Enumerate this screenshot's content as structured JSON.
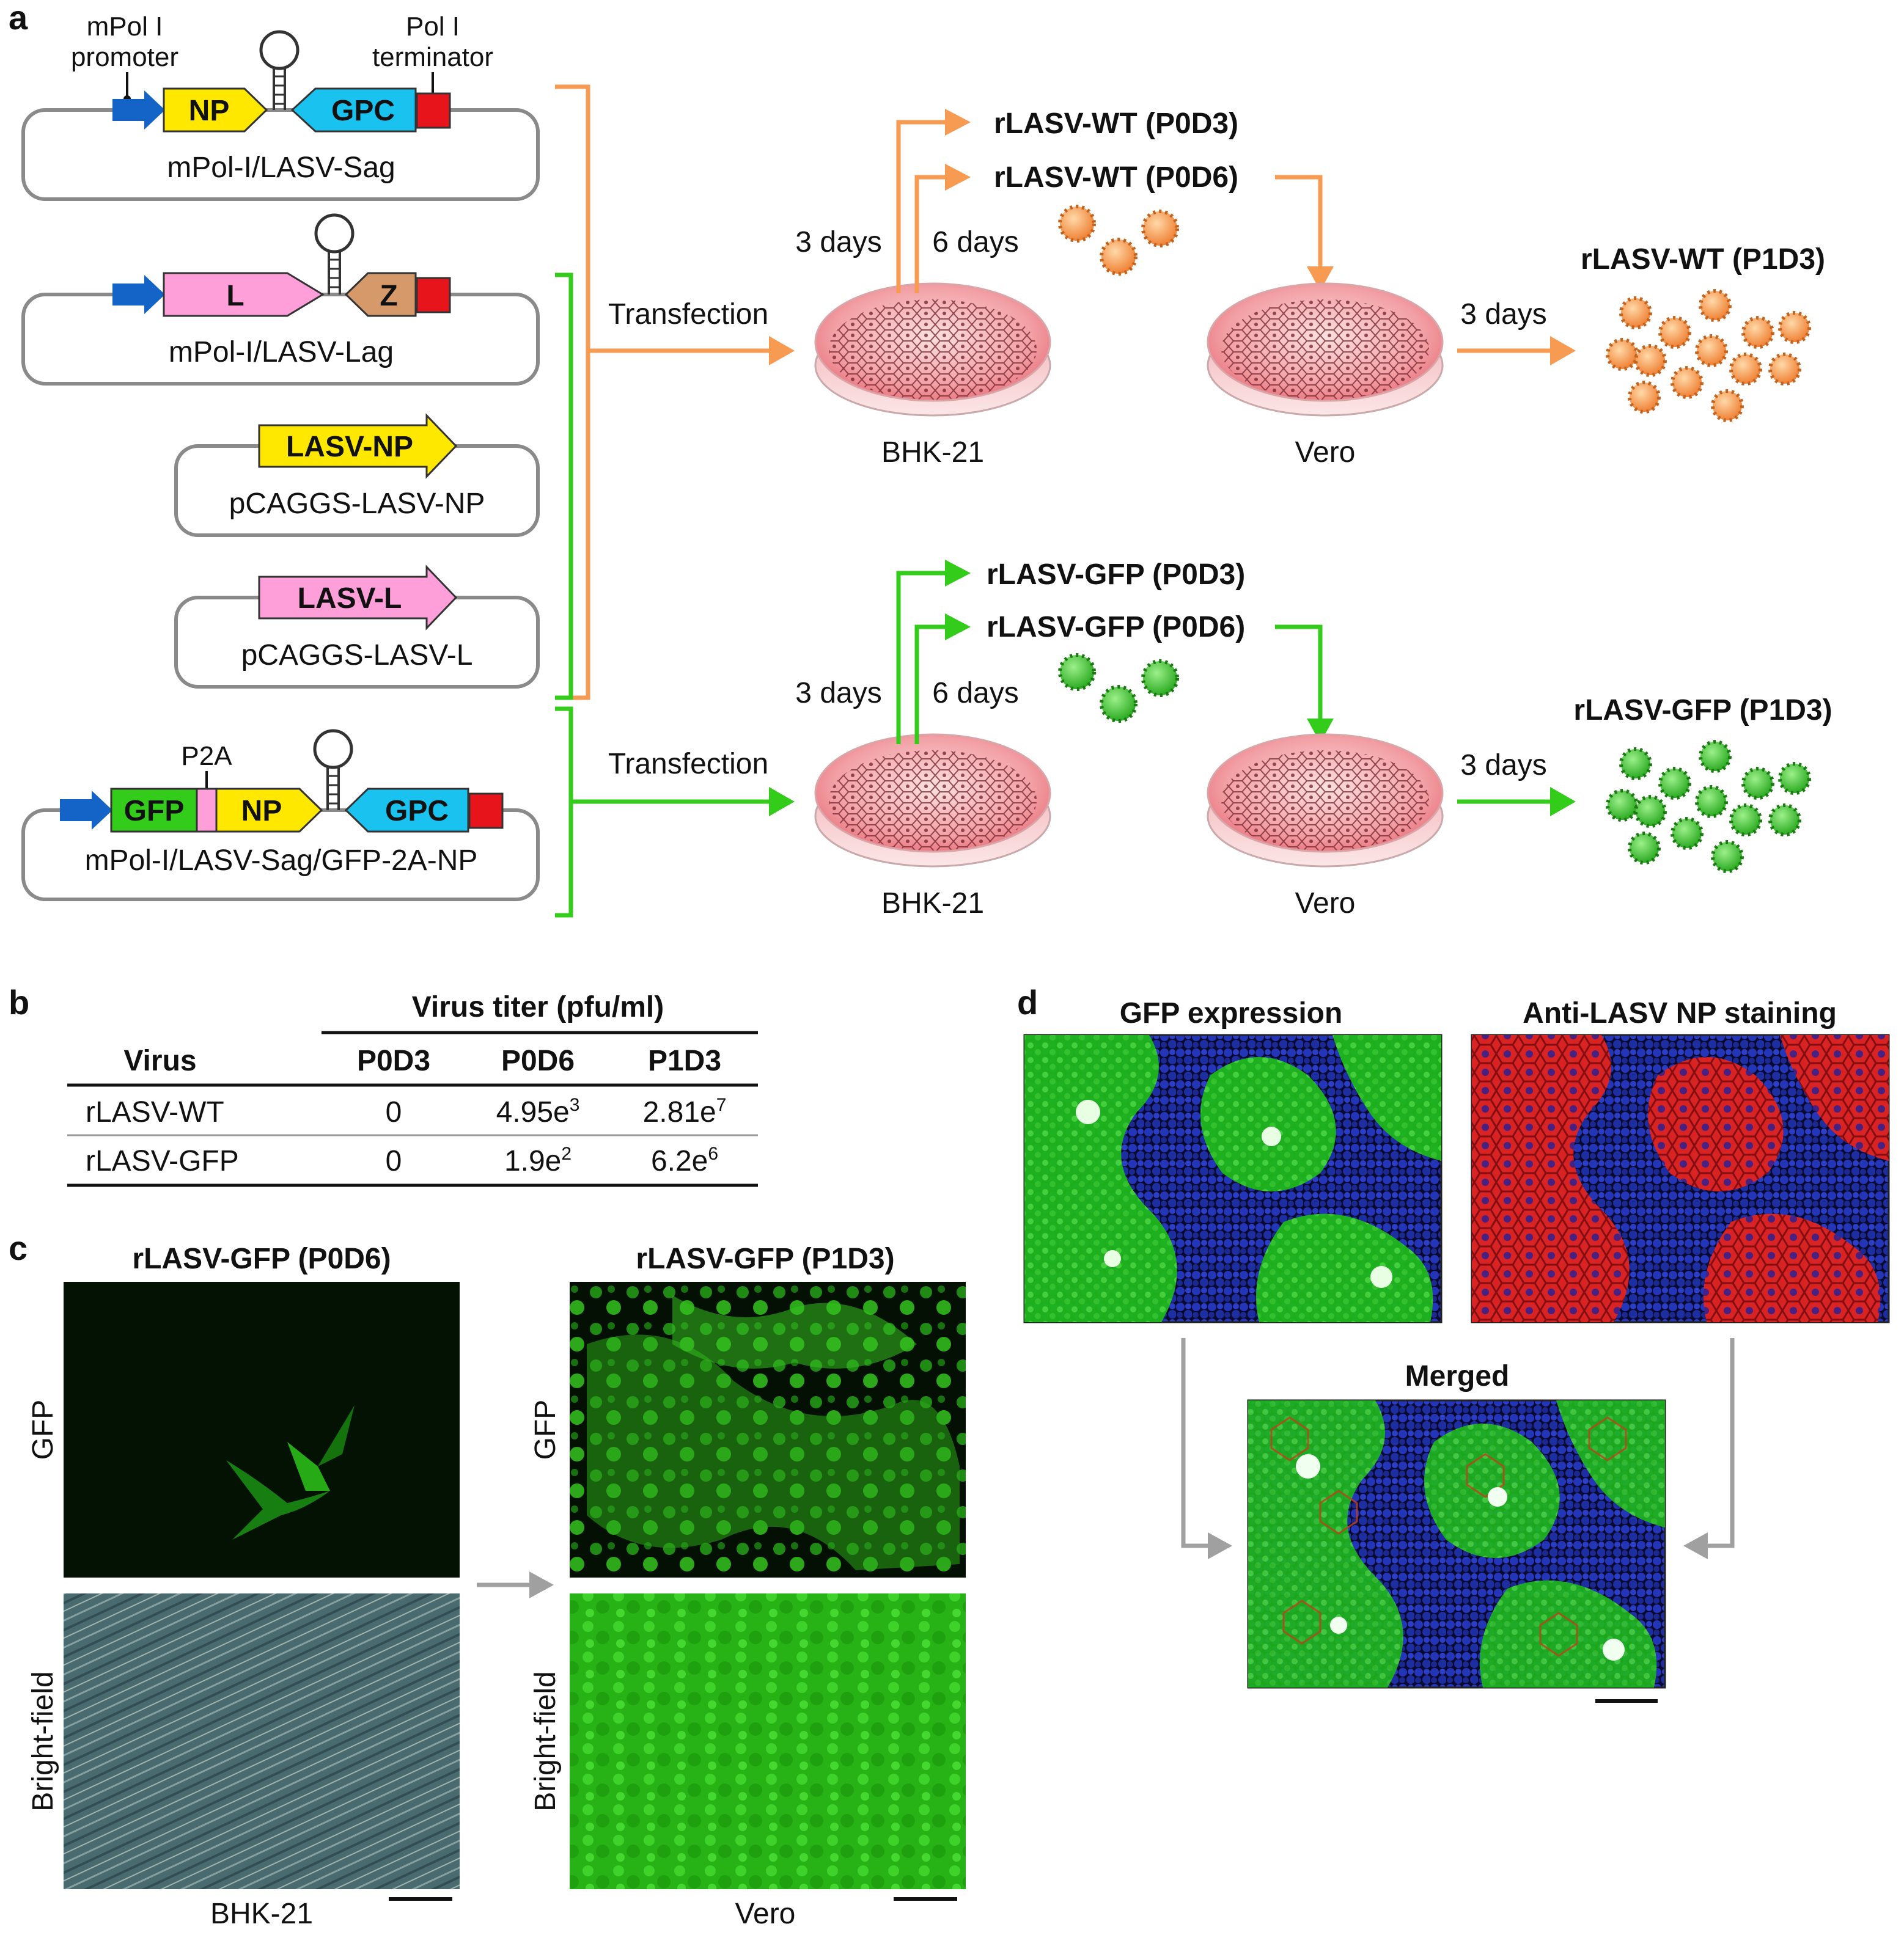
{
  "panel_a": {
    "label": "a",
    "plasmids": {
      "sag": {
        "name": "mPol-I/LASV-Sag",
        "np": "NP",
        "gpc": "GPC",
        "promoter_label_1": "mPol I",
        "promoter_label_2": "promoter",
        "terminator_label_1": "Pol I",
        "terminator_label_2": "terminator"
      },
      "lag": {
        "name": "mPol-I/LASV-Lag",
        "l": "L",
        "z": "Z"
      },
      "np_helper": {
        "name": "pCAGGS-LASV-NP",
        "gene": "LASV-NP"
      },
      "l_helper": {
        "name": "pCAGGS-LASV-L",
        "gene": "LASV-L"
      },
      "gfp": {
        "name": "mPol-I/LASV-Sag/GFP-2A-NP",
        "gfp": "GFP",
        "p2a": "P2A",
        "np": "NP",
        "gpc": "GPC"
      }
    },
    "transfection": "Transfection",
    "wt": {
      "p0d3": "rLASV-WT (P0D3)",
      "p0d6": "rLASV-WT (P0D6)",
      "p1d3": "rLASV-WT (P1D3)"
    },
    "gfp_flow": {
      "p0d3": "rLASV-GFP (P0D3)",
      "p0d6": "rLASV-GFP (P0D6)",
      "p1d3": "rLASV-GFP (P1D3)"
    },
    "days3": "3 days",
    "days6": "6 days",
    "bhk": "BHK-21",
    "vero": "Vero"
  },
  "panel_b": {
    "label": "b",
    "group_header": "Virus titer (pfu/ml)",
    "headers": [
      "Virus",
      "P0D3",
      "P0D6",
      "P1D3"
    ],
    "rows": [
      {
        "virus": "rLASV-WT",
        "p0d3": "0",
        "p0d6_base": "4.95e",
        "p0d6_exp": "3",
        "p1d3_base": "2.81e",
        "p1d3_exp": "7"
      },
      {
        "virus": "rLASV-GFP",
        "p0d3": "0",
        "p0d6_base": "1.9e",
        "p0d6_exp": "2",
        "p1d3_base": "6.2e",
        "p1d3_exp": "6"
      }
    ]
  },
  "panel_c": {
    "label": "c",
    "left_title": "rLASV-GFP (P0D6)",
    "right_title": "rLASV-GFP (P1D3)",
    "row_gfp": "GFP",
    "row_bf": "Bright-field",
    "left_cell": "BHK-21",
    "right_cell": "Vero"
  },
  "panel_d": {
    "label": "d",
    "gfp_title": "GFP expression",
    "np_title": "Anti-LASV NP staining",
    "merged_title": "Merged"
  },
  "colors": {
    "orange": "#f79a52",
    "green": "#33cc1a",
    "np_yellow": "#ffe800",
    "gpc_cyan": "#19c2ef",
    "l_pink": "#ff9fd9",
    "z_brown": "#d5996a",
    "terminator_red": "#e8141b",
    "promoter_blue": "#1464c8"
  }
}
